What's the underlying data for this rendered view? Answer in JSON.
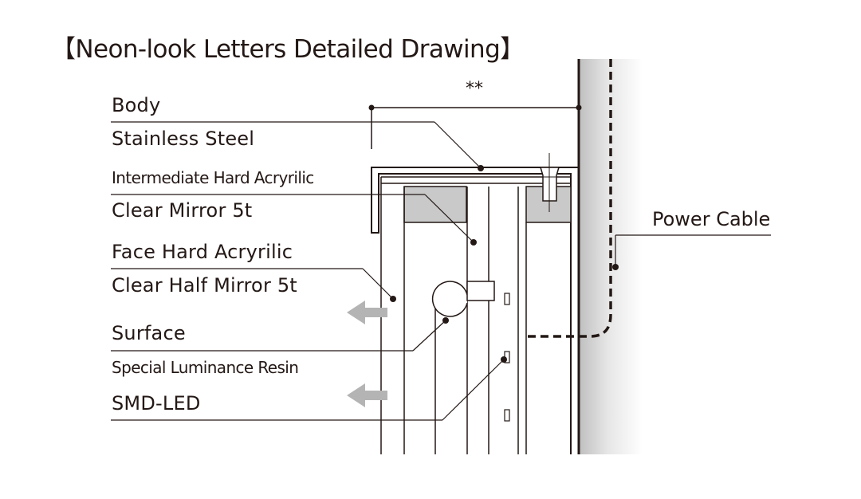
{
  "title": "【Neon-look Letters Detailed Drawing】",
  "dimension_mark": "**",
  "labels": {
    "body": "Body",
    "body_material": "Stainless Steel",
    "intermediate": "Intermediate  Hard Acryrilic",
    "intermediate_material": "Clear Mirror 5t",
    "face": "Face  Hard Acryrilic",
    "face_material": "Clear Half Mirror 5t",
    "surface": "Surface",
    "surface_material": "Special Luminance Resin",
    "led": "SMD-LED",
    "power_cable": "Power Cable"
  },
  "colors": {
    "line": "#231815",
    "wall_gradient_start": "#bfbfbf",
    "wall_gradient_end": "#ffffff",
    "spacer_fill": "#c9c9c9",
    "arrow_fill": "#b4b4b4"
  },
  "icons": [
    "light-direction-arrow-icon",
    "bolt-icon",
    "led-chip-icon"
  ]
}
